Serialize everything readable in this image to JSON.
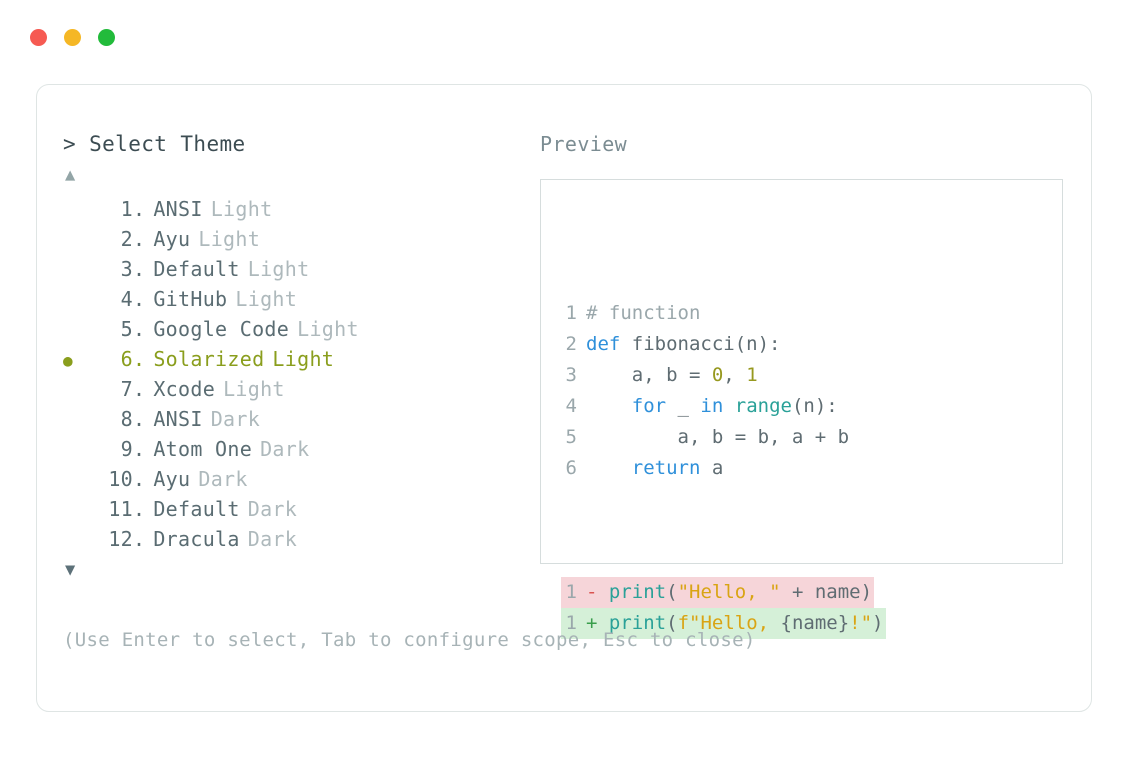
{
  "window": {
    "traffic_lights": [
      {
        "name": "close",
        "color": "#F65A52",
        "glyph": ""
      },
      {
        "name": "minimize",
        "color": "#F5B725",
        "glyph": ""
      },
      {
        "name": "maximize",
        "color": "#22BB3B",
        "glyph": ""
      }
    ]
  },
  "left": {
    "prompt": "> Select Theme",
    "scroll_up_glyph": "▲",
    "scroll_down_glyph": "▼",
    "selected_index": 6,
    "bullet_glyph": "●",
    "dot_separator": ".",
    "items": [
      {
        "num": "1",
        "name": "ANSI",
        "variant": "Light",
        "selected": false
      },
      {
        "num": "2",
        "name": "Ayu",
        "variant": "Light",
        "selected": false
      },
      {
        "num": "3",
        "name": "Default",
        "variant": "Light",
        "selected": false
      },
      {
        "num": "4",
        "name": "GitHub",
        "variant": "Light",
        "selected": false
      },
      {
        "num": "5",
        "name": "Google Code",
        "variant": "Light",
        "selected": false
      },
      {
        "num": "6",
        "name": "Solarized",
        "variant": "Light",
        "selected": true
      },
      {
        "num": "7",
        "name": "Xcode",
        "variant": "Light",
        "selected": false
      },
      {
        "num": "8",
        "name": "ANSI",
        "variant": "Dark",
        "selected": false
      },
      {
        "num": "9",
        "name": "Atom One",
        "variant": "Dark",
        "selected": false
      },
      {
        "num": "10",
        "name": "Ayu",
        "variant": "Dark",
        "selected": false
      },
      {
        "num": "11",
        "name": "Default",
        "variant": "Dark",
        "selected": false
      },
      {
        "num": "12",
        "name": "Dracula",
        "variant": "Dark",
        "selected": false
      }
    ]
  },
  "right": {
    "label": "Preview",
    "code_lines": [
      {
        "ln": "1",
        "tokens": [
          {
            "t": "# function",
            "c": "comment"
          }
        ]
      },
      {
        "ln": "2",
        "tokens": [
          {
            "t": "def",
            "c": "kw"
          },
          {
            "t": " fibonacci",
            "c": "fn"
          },
          {
            "t": "(n):",
            "c": "punct"
          }
        ]
      },
      {
        "ln": "3",
        "tokens": [
          {
            "t": "    a, b = ",
            "c": "plain"
          },
          {
            "t": "0",
            "c": "num"
          },
          {
            "t": ", ",
            "c": "plain"
          },
          {
            "t": "1",
            "c": "num"
          }
        ]
      },
      {
        "ln": "4",
        "tokens": [
          {
            "t": "    ",
            "c": "plain"
          },
          {
            "t": "for",
            "c": "kw"
          },
          {
            "t": " _ ",
            "c": "plain"
          },
          {
            "t": "in",
            "c": "kw"
          },
          {
            "t": " ",
            "c": "plain"
          },
          {
            "t": "range",
            "c": "builtin"
          },
          {
            "t": "(n):",
            "c": "punct"
          }
        ]
      },
      {
        "ln": "5",
        "tokens": [
          {
            "t": "        a, b = b, a + b",
            "c": "plain"
          }
        ]
      },
      {
        "ln": "6",
        "tokens": [
          {
            "t": "    ",
            "c": "plain"
          },
          {
            "t": "return",
            "c": "kw"
          },
          {
            "t": " a",
            "c": "plain"
          }
        ]
      }
    ],
    "diff_lines": [
      {
        "ln": "1",
        "kind": "del",
        "marker": "-",
        "tokens": [
          {
            "t": "print",
            "c": "builtin"
          },
          {
            "t": "(",
            "c": "punct"
          },
          {
            "t": "\"Hello, \"",
            "c": "str"
          },
          {
            "t": " + name",
            "c": "plain"
          },
          {
            "t": ")",
            "c": "punct"
          }
        ]
      },
      {
        "ln": "1",
        "kind": "add",
        "marker": "+",
        "tokens": [
          {
            "t": "print",
            "c": "builtin"
          },
          {
            "t": "(",
            "c": "punct"
          },
          {
            "t": "f\"Hello, ",
            "c": "str"
          },
          {
            "t": "{name}",
            "c": "plain"
          },
          {
            "t": "!\"",
            "c": "str"
          },
          {
            "t": ")",
            "c": "punct"
          }
        ]
      }
    ]
  },
  "footer": {
    "help": "(Use Enter to select, Tab to configure scope, Esc to close)"
  },
  "colors": {
    "accent_selected": "#8A9E1D",
    "text_primary": "#3C4C52",
    "text_secondary": "#5A6C72",
    "text_muted": "#AEB9BC",
    "border": "#DFE5E4",
    "preview_border": "#D6DDDD",
    "diff_del_bg": "#F6D5D9",
    "diff_add_bg": "#D5F0D8",
    "kw": "#2F90DA",
    "builtin": "#2AA198",
    "num": "#97991F",
    "str": "#D9A413"
  }
}
